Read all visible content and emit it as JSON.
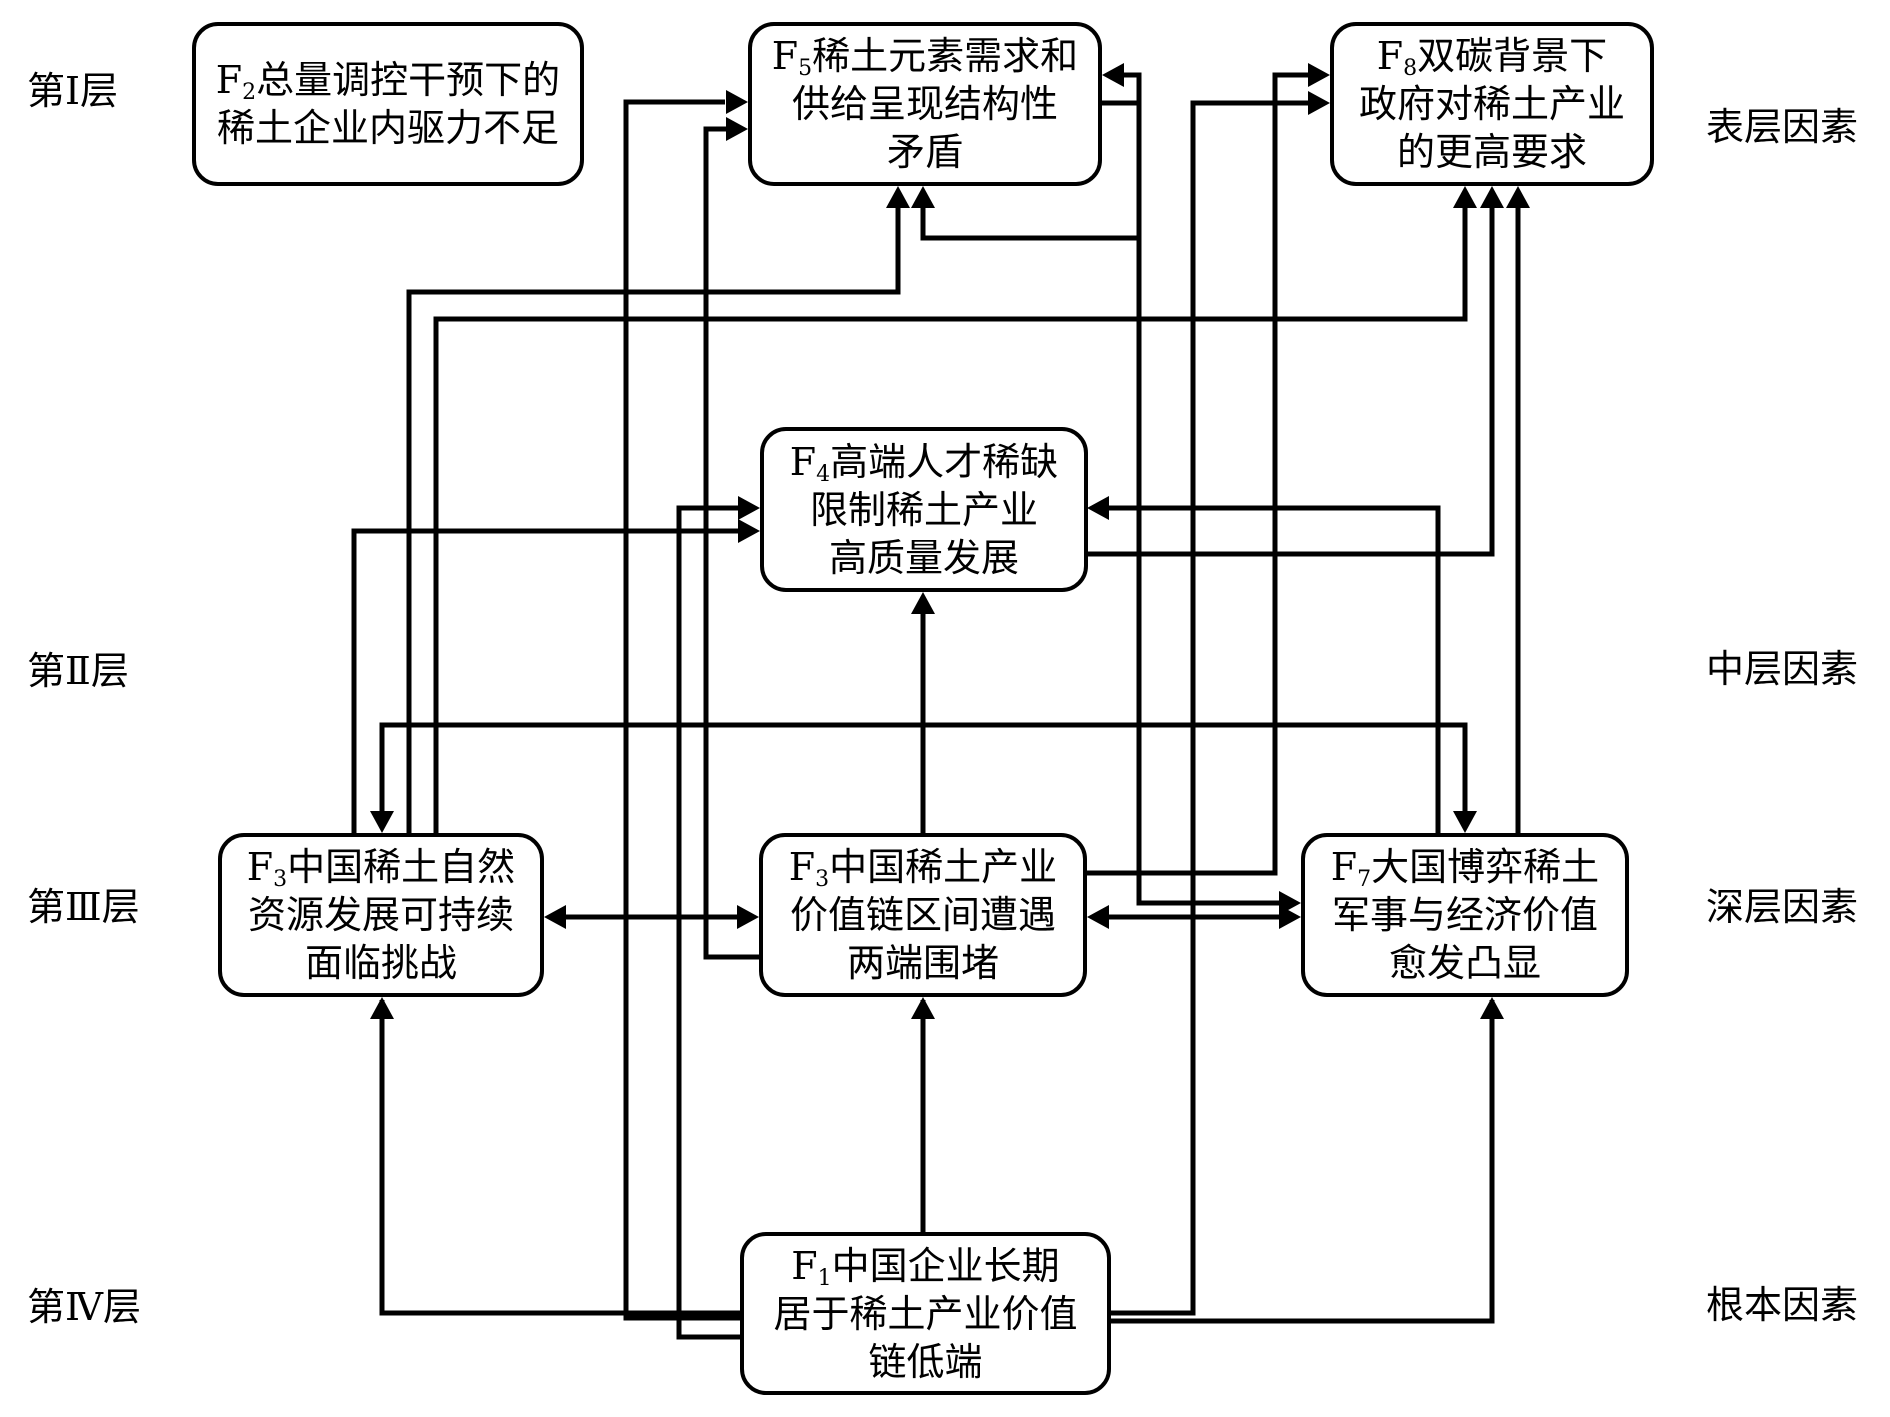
{
  "diagram": {
    "type": "hierarchical factor influence diagram (ISM)",
    "left_labels": [
      "第Ⅰ层",
      "第Ⅱ层",
      "第Ⅲ层",
      "第Ⅳ层"
    ],
    "right_labels": [
      "表层因素",
      "中层因素",
      "深层因素",
      "根本因素"
    ],
    "nodes": {
      "f2": {
        "id": "F",
        "sub": "2",
        "lines": [
          "总量调控干预下的",
          "稀土企业内驱力不足"
        ]
      },
      "f5": {
        "id": "F",
        "sub": "5",
        "lines": [
          "稀土元素需求和",
          "供给呈现结构性",
          "矛盾"
        ]
      },
      "f8": {
        "id": "F",
        "sub": "8",
        "lines": [
          "双碳背景下",
          "政府对稀土产业",
          "的更高要求"
        ]
      },
      "f4": {
        "id": "F",
        "sub": "4",
        "lines": [
          "高端人才稀缺",
          "限制稀土产业",
          "高质量发展"
        ]
      },
      "f3a": {
        "id": "F",
        "sub": "3",
        "lines": [
          "中国稀土自然",
          "资源发展可持续",
          "面临挑战"
        ]
      },
      "f3b": {
        "id": "F",
        "sub": "3",
        "lines": [
          "中国稀土产业",
          "价值链区间遭遇",
          "两端围堵"
        ]
      },
      "f7": {
        "id": "F",
        "sub": "7",
        "lines": [
          "大国博弈稀土",
          "军事与经济价值",
          "愈发凸显"
        ]
      },
      "f1": {
        "id": "F",
        "sub": "1",
        "lines": [
          "中国企业长期",
          "居于稀土产业价值",
          "链低端"
        ]
      }
    },
    "edges": [
      {
        "from": "F1",
        "to": "F3 (自然资源)"
      },
      {
        "from": "F1",
        "to": "F3 (价值链)"
      },
      {
        "from": "F1",
        "to": "F7"
      },
      {
        "from": "F1",
        "to": "F5"
      },
      {
        "from": "F1",
        "to": "F4"
      },
      {
        "from": "F1",
        "to": "F8"
      },
      {
        "from": "F3 (自然资源)",
        "to": "F3 (价值链)",
        "bidirectional": true
      },
      {
        "from": "F3 (价值链)",
        "to": "F7",
        "bidirectional": true
      },
      {
        "from": "F3 (价值链)",
        "to": "F4"
      },
      {
        "from": "F3 (价值链)",
        "to": "F5"
      },
      {
        "from": "F3 (价值链)",
        "to": "F8"
      },
      {
        "from": "F3 (自然资源)",
        "to": "F4"
      },
      {
        "from": "F3 (自然资源)",
        "to": "F5"
      },
      {
        "from": "F3 (自然资源)",
        "to": "F8"
      },
      {
        "from": "F7",
        "to": "F3 (自然资源)"
      },
      {
        "from": "F3 (自然资源)",
        "to": "F7"
      },
      {
        "from": "F7",
        "to": "F4"
      },
      {
        "from": "F7",
        "to": "F8"
      },
      {
        "from": "F4",
        "to": "F8"
      },
      {
        "from": "F5",
        "to": "F7"
      },
      {
        "from": "F7",
        "to": "F5"
      }
    ]
  }
}
